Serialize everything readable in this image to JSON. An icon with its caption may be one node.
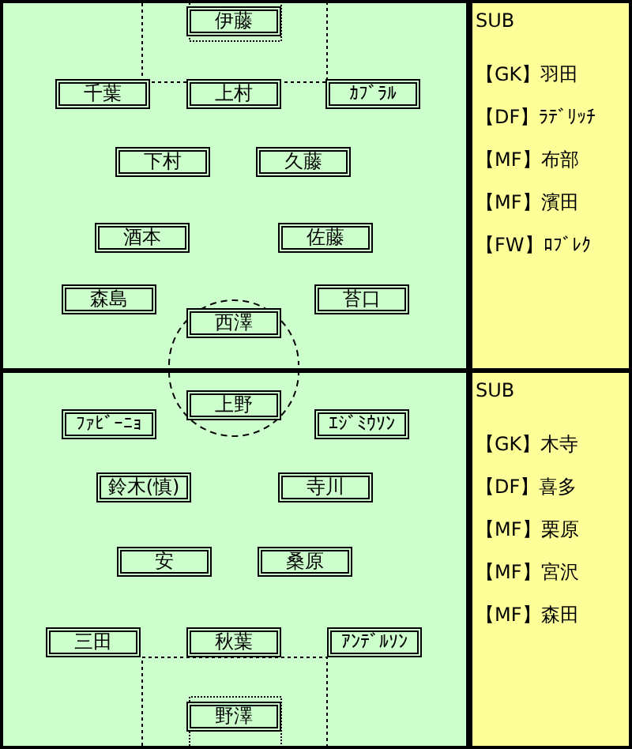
{
  "diagram": {
    "nodes": [
      {
        "text": [],
        "shape": "box"
      },
      {
        "text": [
          "伊藤"
        ],
        "in": 0
      },
      {
        "text": [
          "千葉"
        ],
        "in": 0
      },
      {
        "text": [
          "上村"
        ],
        "in": 0
      },
      {
        "text": [
          "ｶﾌﾞﾗﾙ"
        ],
        "in": 0
      },
      {
        "text": [
          "下村"
        ],
        "in": 0
      },
      {
        "text": [
          "久藤"
        ],
        "in": 0
      },
      {
        "text": [
          "酒本"
        ],
        "in": 0
      },
      {
        "text": [
          "佐藤"
        ],
        "in": 0
      },
      {
        "text": [
          "森島"
        ],
        "in": 0
      },
      {
        "text": [
          "苔口"
        ],
        "in": 0
      },
      {
        "text": [
          "西澤"
        ],
        "in": 0
      },
      {
        "text": [
          "SUB",
          "【GK】羽田",
          "【DF】ﾗﾃﾞﾘｯﾁ",
          "【MF】布部",
          "【MF】濱田",
          "【FW】ﾛﾌﾞﾚｸ"
        ]
      },
      {
        "text": [],
        "shape": "box"
      },
      {
        "text": [
          "上野"
        ],
        "in": 13
      },
      {
        "text": [
          "ﾌｧﾋﾞｰﾆｮ"
        ],
        "in": 13
      },
      {
        "text": [
          "ｴｼﾞﾐｳｿﾝ"
        ],
        "in": 13
      },
      {
        "text": [
          "鈴木(慎)"
        ],
        "in": 13
      },
      {
        "text": [
          "寺川"
        ],
        "in": 13
      },
      {
        "text": [
          "安"
        ],
        "in": 13
      },
      {
        "text": [
          "桑原"
        ],
        "in": 13
      },
      {
        "text": [
          "三田"
        ],
        "in": 13
      },
      {
        "text": [
          "秋葉"
        ],
        "in": 13
      },
      {
        "text": [
          "ｱﾝﾃﾞﾙｿﾝ"
        ],
        "in": 13
      },
      {
        "text": [
          "野澤"
        ],
        "in": 13
      },
      {
        "text": [
          "SUB",
          "【GK】木寺",
          "【DF】喜多",
          "【MF】栗原",
          "【MF】宮沢",
          "【MF】森田"
        ]
      }
    ],
    "edges": []
  }
}
